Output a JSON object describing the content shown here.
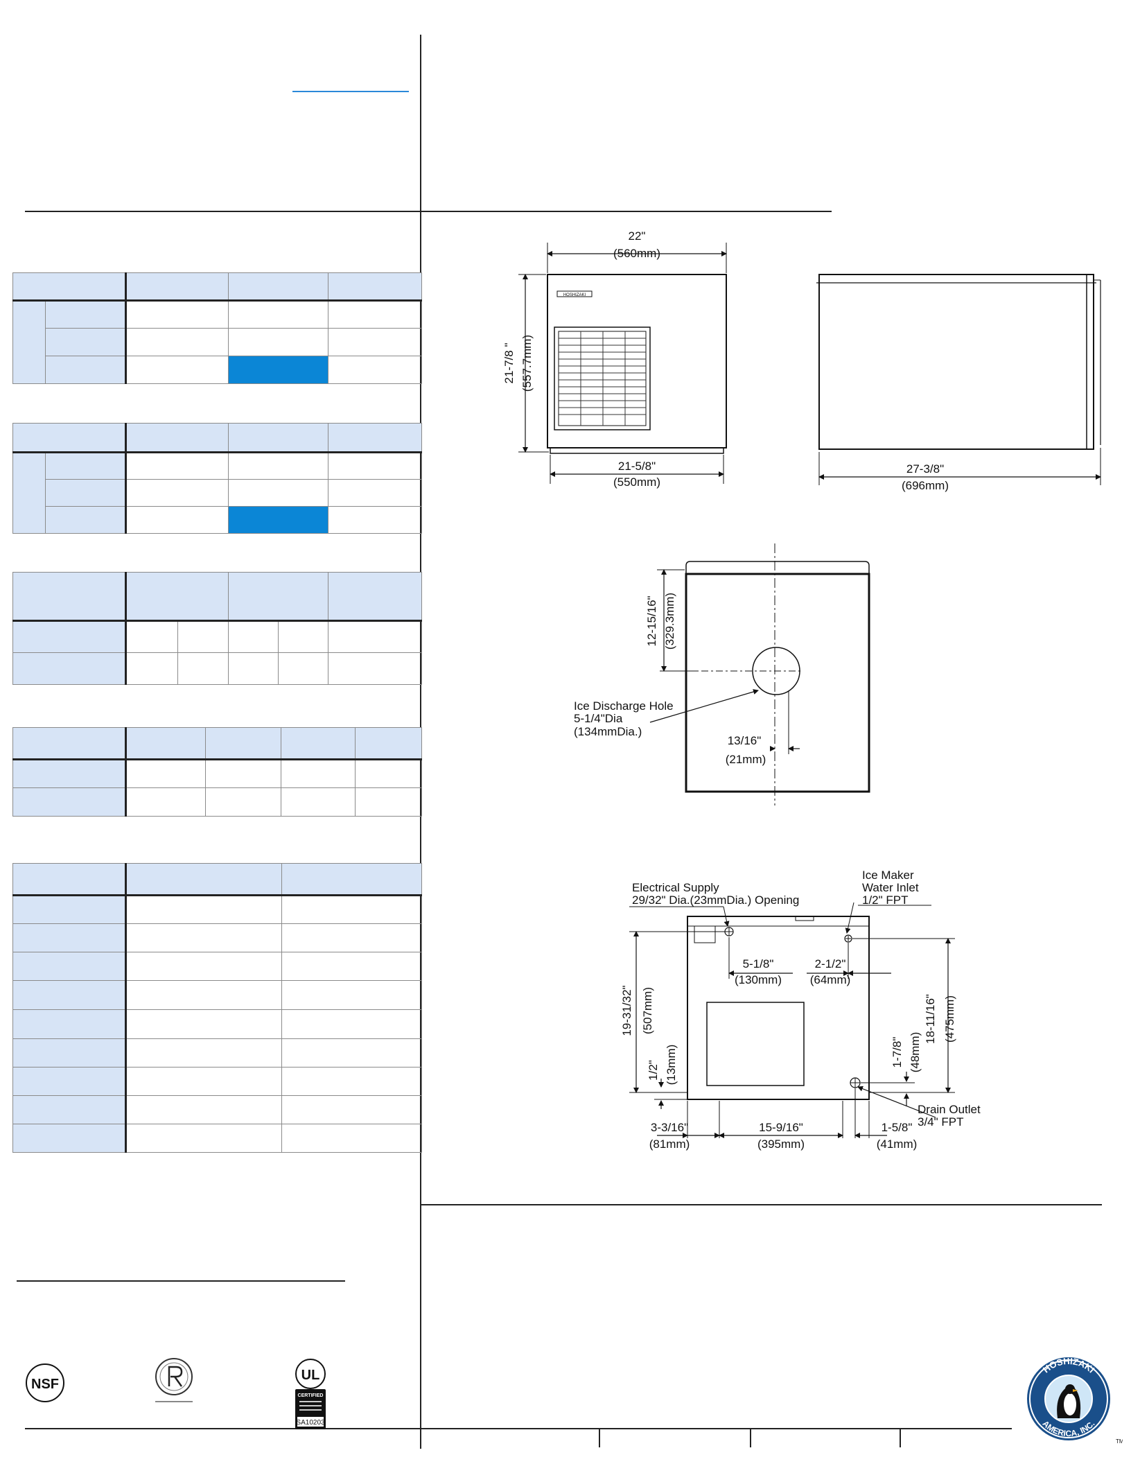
{
  "dimensions": {
    "front": {
      "width_top": "22\"",
      "width_top_mm": "(560mm)",
      "height": "21-7/8 \"",
      "height_mm": "(557.7mm)",
      "width_bottom": "21-5/8\"",
      "width_bottom_mm": "(550mm)",
      "brand_plate": "HOSHIZAKI"
    },
    "side": {
      "depth": "27-3/8\"",
      "depth_mm": "(696mm)"
    },
    "top": {
      "depth_front": "12-15/16\"",
      "depth_front_mm": "(329.3mm)",
      "ice_hole_line1": "Ice Discharge Hole",
      "ice_hole_line2": "5-1/4\"Dia",
      "ice_hole_line3": "(134mmDia.)",
      "offset": "13/16\"",
      "offset_mm": "(21mm)"
    },
    "back": {
      "electrical_line1": "Electrical Supply",
      "electrical_line2": "29/32\" Dia.(23mmDia.) Opening",
      "inlet_line1": "Ice Maker",
      "inlet_line2": "Water Inlet",
      "inlet_line3": "1/2\" FPT",
      "h_left": "5-1/8\"",
      "h_left_mm": "(130mm)",
      "h_right": "2-1/2\"",
      "h_right_mm": "(64mm)",
      "v_total": "19-31/32\"",
      "v_total_mm": "(507mm)",
      "v_small": "1/2\"",
      "v_small_mm": "(13mm)",
      "v_right": "18-11/16\"",
      "v_right_mm": "(475mm)",
      "v_drain": "1-7/8\"",
      "v_drain_mm": "(48mm)",
      "drain_line1": "Drain Outlet",
      "drain_line2": "3/4\" FPT",
      "b_left": "3-3/16\"",
      "b_left_mm": "(81mm)",
      "b_mid": "15-9/16\"",
      "b_mid_mm": "(395mm)",
      "b_right": "1-5/8\"",
      "b_right_mm": "(41mm)"
    }
  },
  "certifications": {
    "nsf": "NSF",
    "ul_top": "UL",
    "ul_certified": "CERTIFIED",
    "ul_code": "SA10203",
    "brand_seal_top": "HOSHIZAKI",
    "brand_seal_bottom": "AMERICA, INC.",
    "trademark": "TM"
  }
}
